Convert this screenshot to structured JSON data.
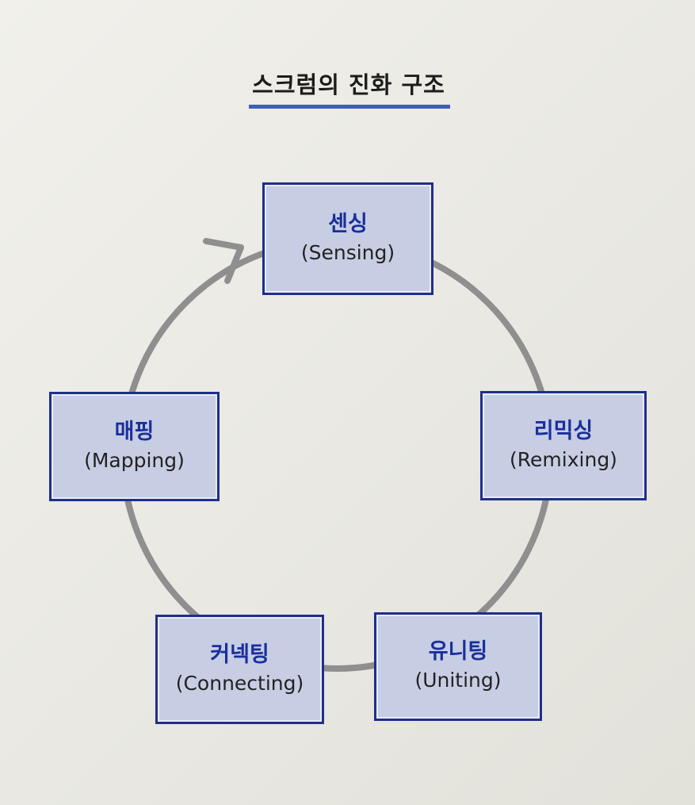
{
  "title": "스크럼의 진화 구조",
  "colors": {
    "node_fill": "#c7cee4",
    "node_border": "#1f2f8c",
    "node_title": "#1a2f9c",
    "cycle_arrow": "#8f8f8f",
    "title_underline": "#3f5fb8"
  },
  "nodes": [
    {
      "ko": "센싱",
      "en": "(Sensing)"
    },
    {
      "ko": "리믹싱",
      "en": "(Remixing)"
    },
    {
      "ko": "유니팅",
      "en": "(Uniting)"
    },
    {
      "ko": "커넥팅",
      "en": "(Connecting)"
    },
    {
      "ko": "매핑",
      "en": "(Mapping)"
    }
  ],
  "edges": [
    {
      "from": "nodes.0",
      "to": "nodes.1"
    },
    {
      "from": "nodes.1",
      "to": "nodes.2"
    },
    {
      "from": "nodes.2",
      "to": "nodes.3"
    },
    {
      "from": "nodes.3",
      "to": "nodes.4"
    },
    {
      "from": "nodes.4",
      "to": "nodes.0",
      "arrowhead": true
    }
  ]
}
